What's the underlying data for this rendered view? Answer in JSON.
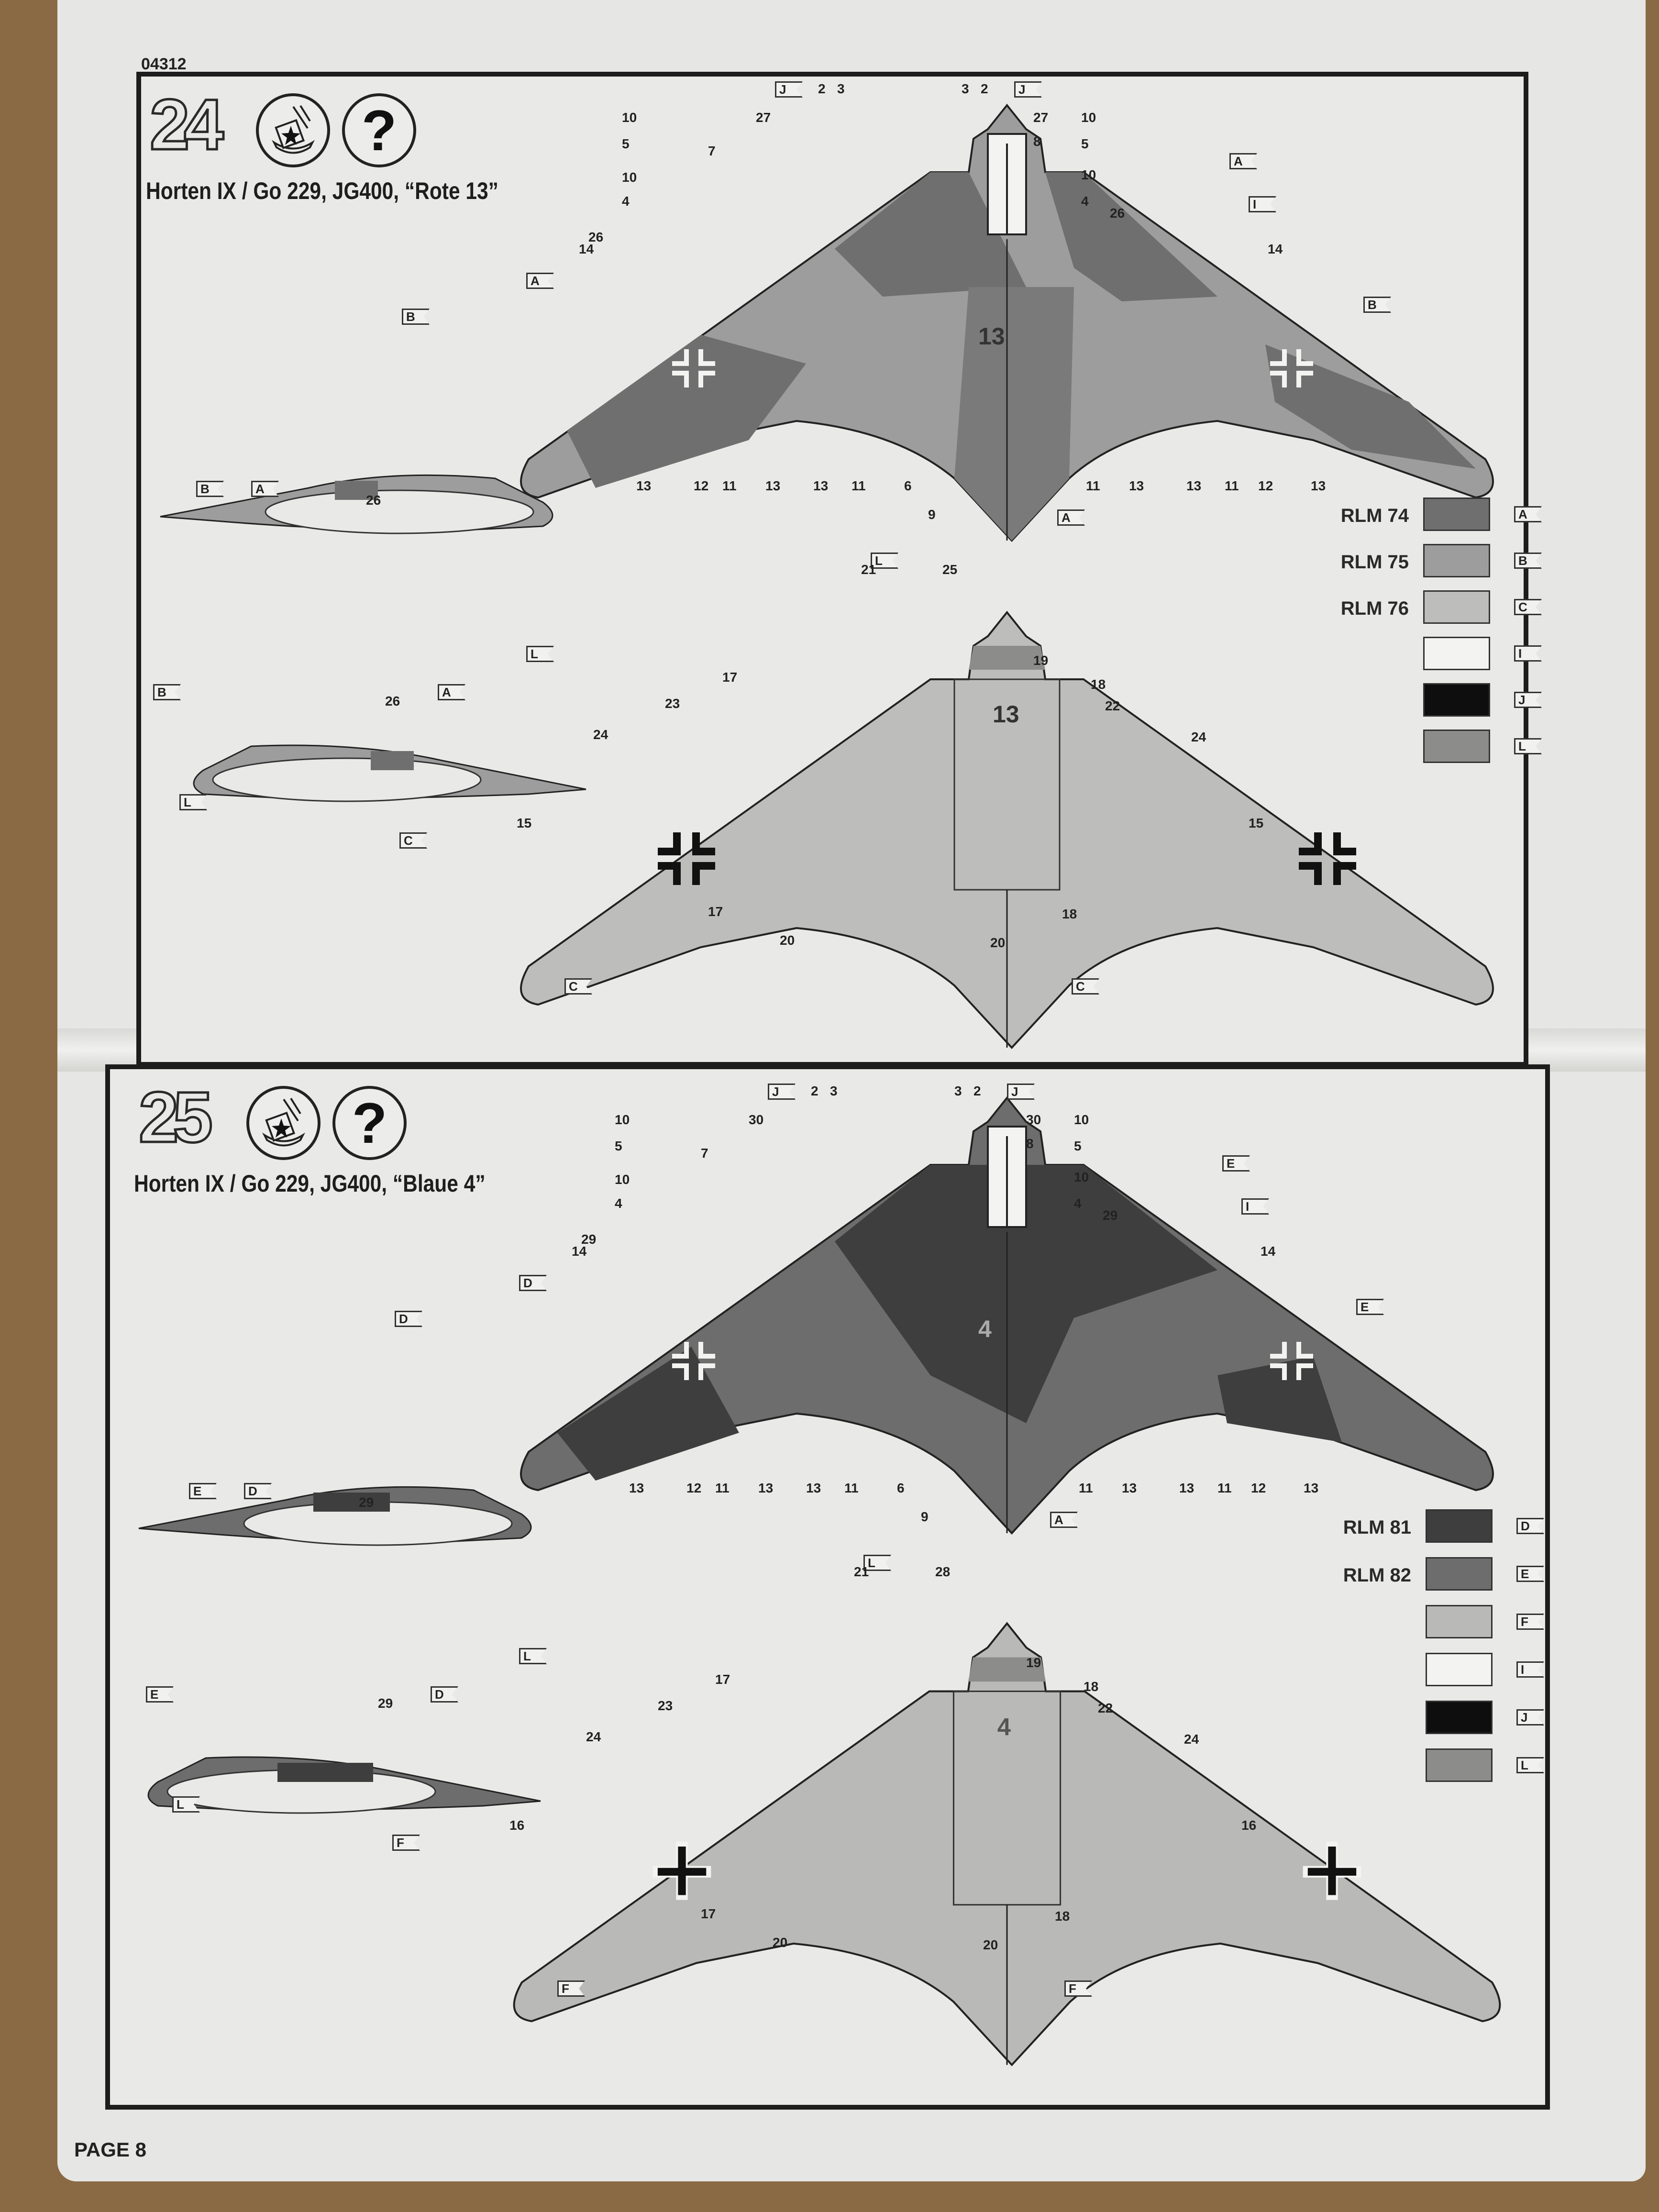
{
  "document": {
    "product_code": "04312",
    "page_label": "PAGE 8"
  },
  "steps": [
    {
      "number": "24",
      "title": "Horten IX / Go 229, JG400, “Rote 13”",
      "icons": [
        "decal-water-icon",
        "question-icon"
      ],
      "question_glyph": "?",
      "fuselage_code": "13",
      "legend": [
        {
          "label": "RLM 74",
          "color": "#6f6f6f",
          "code": "A"
        },
        {
          "label": "RLM 75",
          "color": "#9d9d9d",
          "code": "B"
        },
        {
          "label": "RLM 76",
          "color": "#bdbdbb",
          "code": "C"
        },
        {
          "label": "",
          "color": "#f3f3f1",
          "code": "I"
        },
        {
          "label": "",
          "color": "#0e0e0e",
          "code": "J"
        },
        {
          "label": "",
          "color": "#8c8c8a",
          "code": "L"
        }
      ],
      "top_view_callouts": [
        "J",
        "2",
        "3",
        "3",
        "2",
        "J",
        "27",
        "27",
        "10",
        "5",
        "10",
        "4",
        "7",
        "8",
        "10",
        "5",
        "10",
        "4",
        "26",
        "26",
        "A",
        "I",
        "14",
        "14",
        "A",
        "B",
        "B",
        "13",
        "12",
        "11",
        "13",
        "13",
        "11",
        "6",
        "9",
        "A",
        "11",
        "13",
        "13",
        "11",
        "12",
        "13"
      ],
      "bottom_view_callouts": [
        "L",
        "21",
        "25",
        "19",
        "17",
        "18",
        "23",
        "22",
        "24",
        "24",
        "15",
        "15",
        "17",
        "18",
        "20",
        "20",
        "C",
        "C"
      ],
      "side_views": [
        {
          "callouts": [
            "B",
            "A",
            "26",
            "L"
          ]
        },
        {
          "callouts": [
            "B",
            "26",
            "A",
            "L",
            "C"
          ]
        }
      ]
    },
    {
      "number": "25",
      "title": "Horten IX / Go 229, JG400, “Blaue 4”",
      "icons": [
        "decal-water-icon",
        "question-icon"
      ],
      "question_glyph": "?",
      "fuselage_code": "4",
      "legend": [
        {
          "label": "RLM 81",
          "color": "#3e3e3e",
          "code": "D"
        },
        {
          "label": "RLM 82",
          "color": "#6d6d6d",
          "code": "E"
        },
        {
          "label": "",
          "color": "#b9b9b7",
          "code": "F"
        },
        {
          "label": "",
          "color": "#f3f3f1",
          "code": "I"
        },
        {
          "label": "",
          "color": "#0e0e0e",
          "code": "J"
        },
        {
          "label": "",
          "color": "#8c8c8a",
          "code": "L"
        }
      ],
      "top_view_callouts": [
        "J",
        "2",
        "3",
        "3",
        "2",
        "J",
        "30",
        "30",
        "10",
        "5",
        "10",
        "4",
        "7",
        "8",
        "10",
        "5",
        "10",
        "4",
        "29",
        "29",
        "E",
        "I",
        "14",
        "14",
        "D",
        "E",
        "D",
        "13",
        "12",
        "11",
        "13",
        "13",
        "11",
        "6",
        "9",
        "A",
        "11",
        "13",
        "13",
        "11",
        "12",
        "13"
      ],
      "bottom_view_callouts": [
        "L",
        "21",
        "28",
        "19",
        "17",
        "18",
        "23",
        "22",
        "24",
        "24",
        "16",
        "16",
        "17",
        "18",
        "20",
        "20",
        "F",
        "F"
      ],
      "side_views": [
        {
          "callouts": [
            "E",
            "D",
            "29",
            "L"
          ]
        },
        {
          "callouts": [
            "E",
            "29",
            "D",
            "L",
            "F"
          ]
        }
      ]
    }
  ]
}
